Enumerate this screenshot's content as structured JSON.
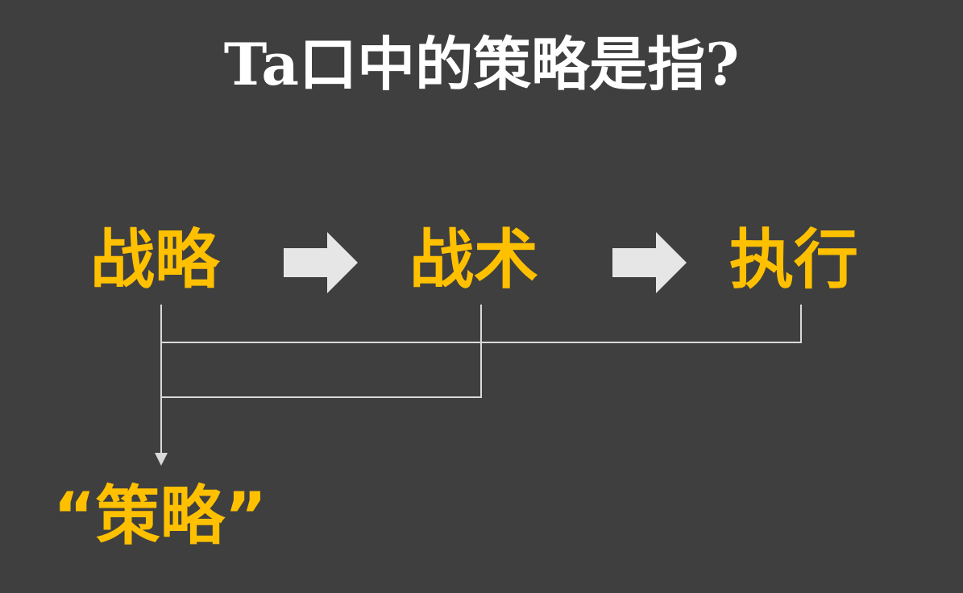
{
  "title": "Ta口中的策略是指?",
  "colors": {
    "background": "#3f3f3f",
    "title": "#ffffff",
    "node_text": "#ffc000",
    "arrow_fill": "#e6e6e6",
    "connector_line": "#d9d9d9"
  },
  "nodes": [
    {
      "id": "strategy",
      "label": "战略"
    },
    {
      "id": "tactics",
      "label": "战术"
    },
    {
      "id": "execution",
      "label": "执行"
    }
  ],
  "result_label": "“策略”",
  "edges": [
    {
      "from": "strategy",
      "to": "tactics",
      "style": "block-arrow"
    },
    {
      "from": "tactics",
      "to": "execution",
      "style": "block-arrow"
    },
    {
      "from": [
        "strategy",
        "tactics",
        "execution"
      ],
      "to": "result",
      "style": "bracket-line"
    },
    {
      "from": [
        "strategy",
        "tactics"
      ],
      "to": "result",
      "style": "bracket-line"
    }
  ]
}
